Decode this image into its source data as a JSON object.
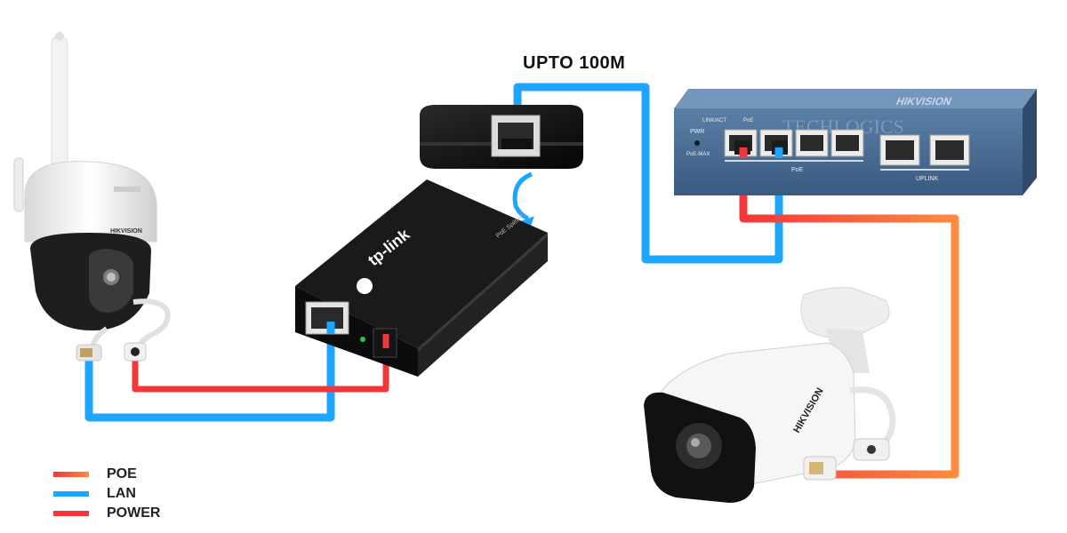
{
  "diagram": {
    "title": "UPTO 100M",
    "injector_brand": "tp-link",
    "injector_model": "PoE Splitter",
    "switch_brand": "HIKVISION",
    "switch_labels": {
      "link_act": "LINK/ACT",
      "poe": "PoE",
      "pwr": "PWR",
      "poe_max": "PoE-MAX",
      "poe_group": "PoE",
      "uplink": "UPLINK"
    },
    "watermark": "TECHLOGICS",
    "ptz_camera_brand": "HIKVISION",
    "bullet_camera_brand": "HIKVISION"
  },
  "legend": [
    {
      "label": "POE",
      "color": "#ff7a3d"
    },
    {
      "label": "LAN",
      "color": "#1ea5ff"
    },
    {
      "label": "POWER",
      "color": "#f1373a"
    }
  ],
  "colors": {
    "poe": "#ff7a3d",
    "lan": "#1ea5ff",
    "power": "#f1373a"
  }
}
